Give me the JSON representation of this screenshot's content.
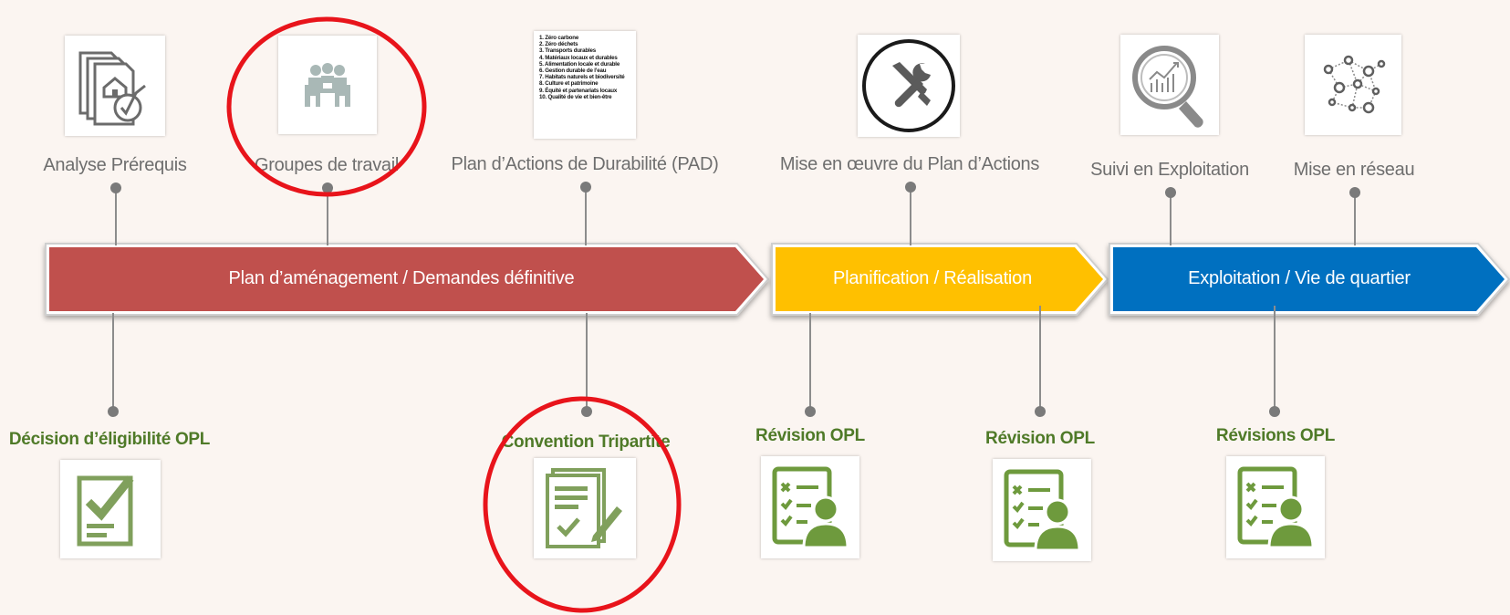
{
  "phases": [
    {
      "label": "Plan d’aménagement / Demandes définitive",
      "color": "#c0504d"
    },
    {
      "label": "Planification / Réalisation",
      "color": "#ffc000"
    },
    {
      "label": "Exploitation / Vie de quartier",
      "color": "#0070c0"
    }
  ],
  "top_steps": [
    {
      "label": "Analyse Prérequis",
      "icon": "documents-house-check-icon"
    },
    {
      "label": "Groupes de travail",
      "icon": "meeting-group-icon"
    },
    {
      "label": "Plan d’Actions de Durabilité (PAD)",
      "icon": "pad-list-icon"
    },
    {
      "label": "Mise en œuvre du Plan d’Actions",
      "icon": "tools-icon"
    },
    {
      "label": "Suivi en Exploitation",
      "icon": "magnifier-chart-icon"
    },
    {
      "label": "Mise en réseau",
      "icon": "network-icon"
    }
  ],
  "pad_list": [
    "1. Zéro carbone",
    "2. Zéro déchets",
    "3. Transports durables",
    "4. Matériaux locaux et durables",
    "5. Alimentation locale et durable",
    "6. Gestion durable de l’eau",
    "7. Habitats naturels et biodiversité",
    "8. Culture et patrimoine",
    "9. Équité et partenariats locaux",
    "10. Qualité de vie et bien-être"
  ],
  "bottom_steps": [
    {
      "label": "Décision d’éligibilité OPL",
      "icon": "checklist-approved-icon"
    },
    {
      "label": "Convention Tripartite",
      "icon": "contract-signing-icon"
    },
    {
      "label": "Révision OPL",
      "icon": "person-checklist-icon"
    },
    {
      "label": "Révision OPL",
      "icon": "person-checklist-icon"
    },
    {
      "label": "Révisions OPL",
      "icon": "person-checklist-icon"
    }
  ],
  "highlight_color": "#e8141b"
}
